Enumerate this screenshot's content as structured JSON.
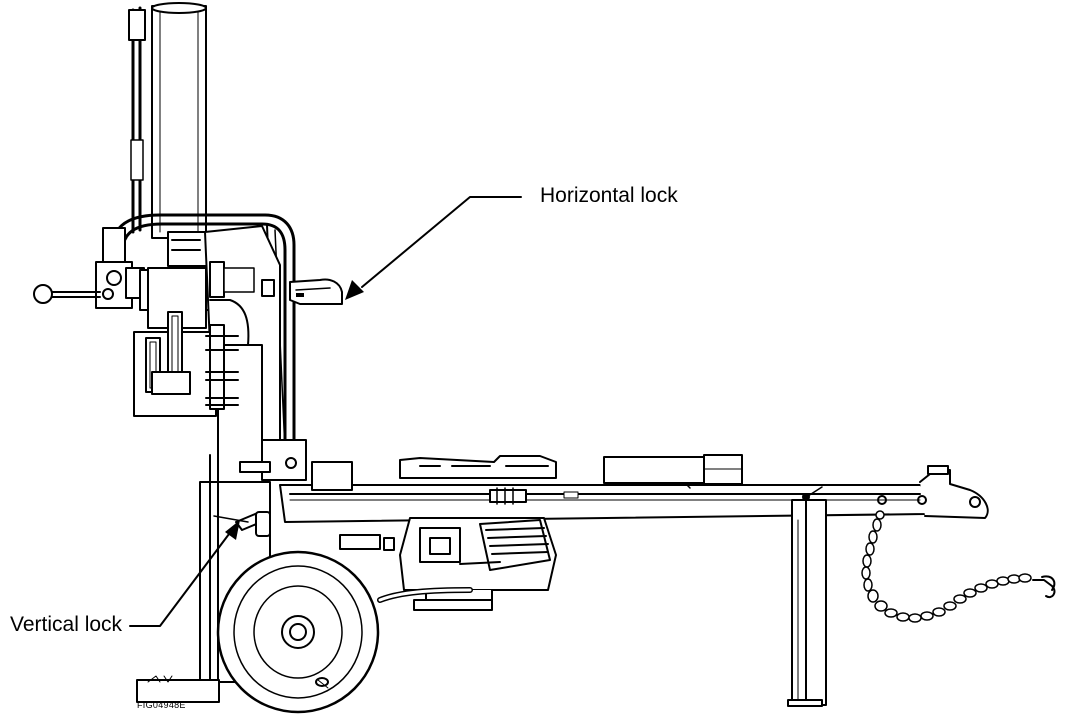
{
  "callouts": {
    "horizontal_lock": "Horizontal lock",
    "vertical_lock": "Vertical lock"
  },
  "figure_id": "FIG04948E",
  "colors": {
    "line": "#000000",
    "background": "#ffffff"
  }
}
